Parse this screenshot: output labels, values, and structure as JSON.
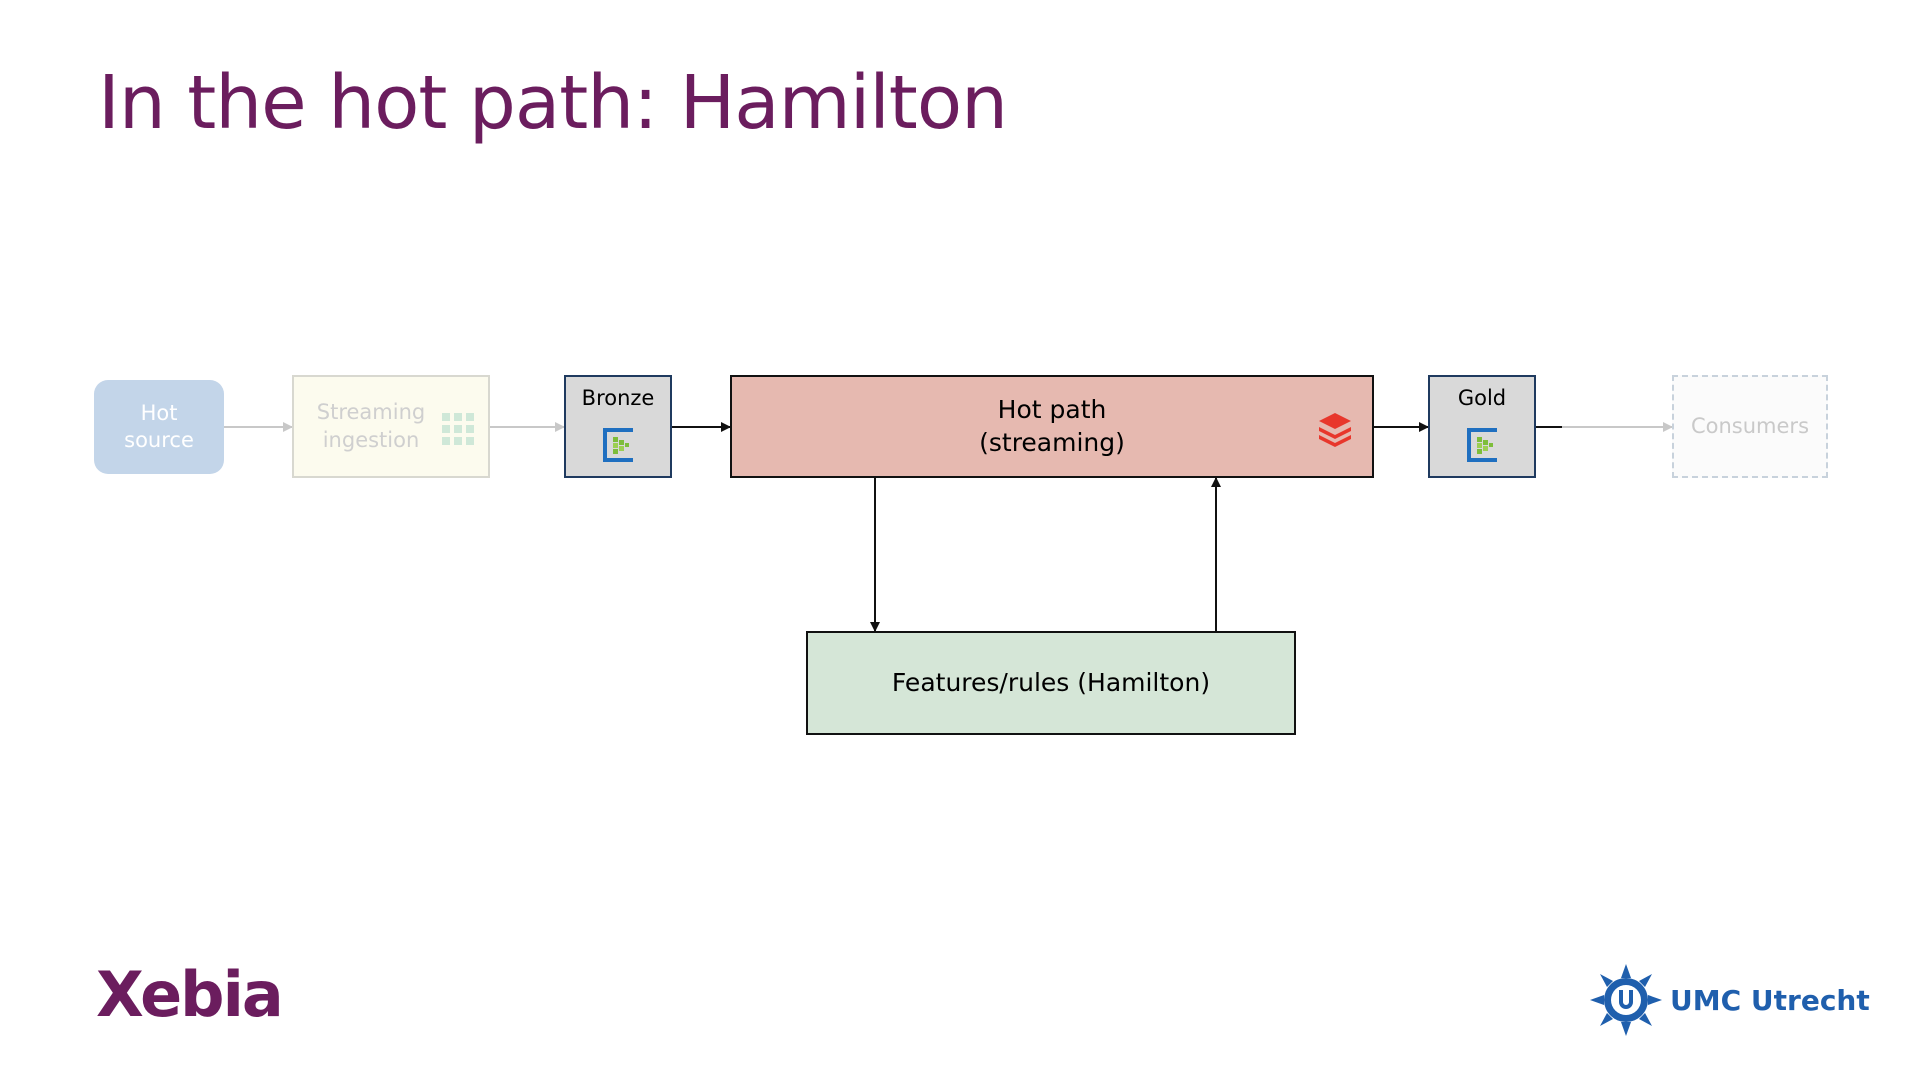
{
  "slide": {
    "title": "In the hot path: Hamilton"
  },
  "diagram": {
    "nodes": {
      "hot_source": "Hot\nsource",
      "streaming_ingestion": "Streaming\ningestion",
      "bronze": "Bronze",
      "hot_path": "Hot path\n(streaming)",
      "features": "Features/rules (Hamilton)",
      "gold": "Gold",
      "consumers": "Consumers"
    },
    "edges": [
      {
        "from": "hot_source",
        "to": "streaming_ingestion"
      },
      {
        "from": "streaming_ingestion",
        "to": "bronze"
      },
      {
        "from": "bronze",
        "to": "hot_path"
      },
      {
        "from": "hot_path",
        "to": "features"
      },
      {
        "from": "features",
        "to": "hot_path"
      },
      {
        "from": "hot_path",
        "to": "gold"
      },
      {
        "from": "gold",
        "to": "consumers"
      }
    ],
    "icons": {
      "streaming_ingestion": "event-hub-icon",
      "bronze": "storage-icon",
      "gold": "storage-icon",
      "hot_path": "databricks-icon"
    },
    "colors": {
      "title": "#6b1d5e",
      "hot_path_fill": "#e6b9b0",
      "features_fill": "#d5e6d7",
      "layer_fill": "#d9d9d9",
      "source_fill": "#c3d5e9"
    }
  },
  "footer": {
    "left_logo": "Xebia",
    "right_logo": "UMC Utrecht"
  }
}
